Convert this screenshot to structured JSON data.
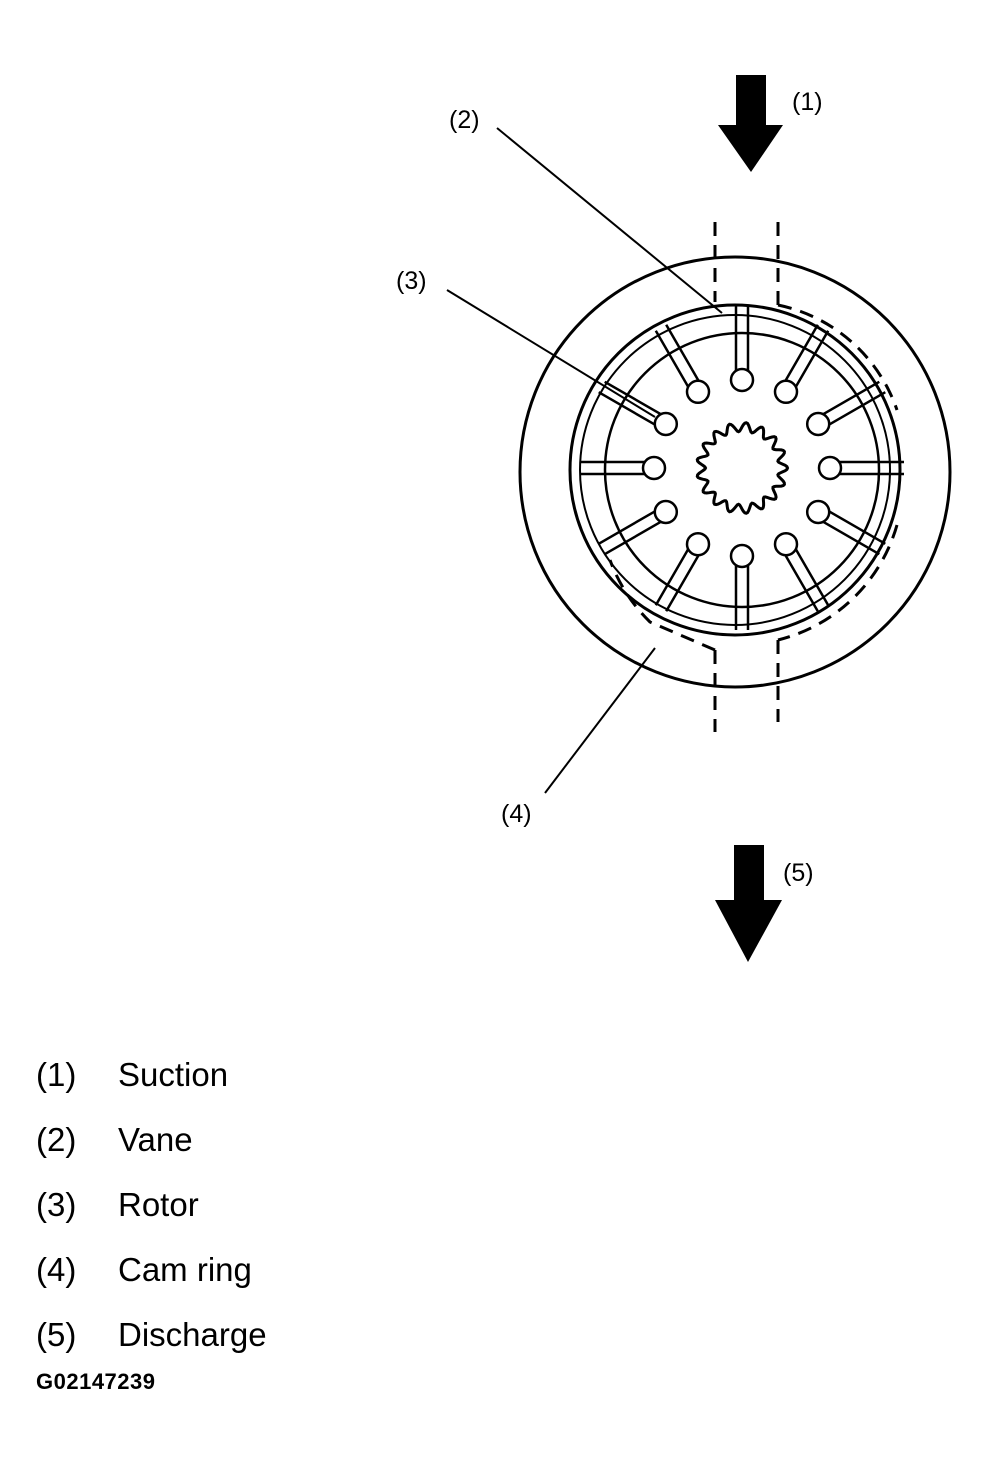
{
  "callouts": {
    "suction": "(1)",
    "vane": "(2)",
    "rotor": "(3)",
    "cam_ring": "(4)",
    "discharge": "(5)"
  },
  "legend": [
    {
      "num": "(1)",
      "label": "Suction"
    },
    {
      "num": "(2)",
      "label": "Vane"
    },
    {
      "num": "(3)",
      "label": "Rotor"
    },
    {
      "num": "(4)",
      "label": "Cam ring"
    },
    {
      "num": "(5)",
      "label": "Discharge"
    }
  ],
  "figure_id": "G02147239",
  "colors": {
    "ink": "#000000",
    "background": "#ffffff"
  }
}
